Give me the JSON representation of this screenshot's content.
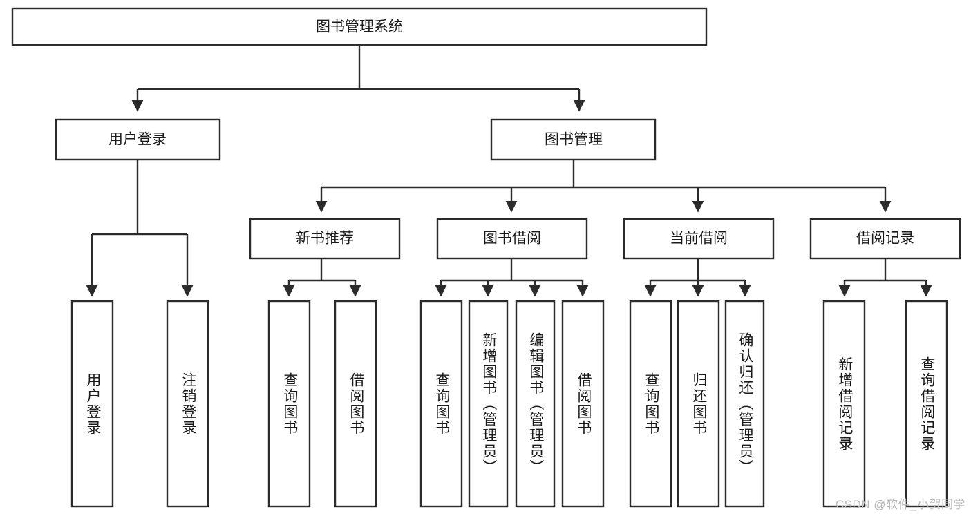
{
  "diagram": {
    "type": "tree-hierarchy-diagram",
    "title": "图书管理系统",
    "background_color": "#ffffff",
    "box_stroke_color": "#2b2b2b",
    "box_fill_color": "#ffffff",
    "text_color": "#1a1a1a",
    "orientation": "top-down",
    "levels": 4
  },
  "nodes": {
    "root": {
      "label": "图书管理系统",
      "level": 1,
      "orientation": "horizontal"
    },
    "l2": [
      {
        "id": "user-login",
        "label": "用户登录",
        "level": 2,
        "orientation": "horizontal"
      },
      {
        "id": "book-manage",
        "label": "图书管理",
        "level": 2,
        "orientation": "horizontal"
      }
    ],
    "l3": [
      {
        "id": "new-book-rec",
        "label": "新书推荐",
        "level": 3,
        "orientation": "horizontal",
        "parent": "book-manage"
      },
      {
        "id": "book-borrow",
        "label": "图书借阅",
        "level": 3,
        "orientation": "horizontal",
        "parent": "book-manage"
      },
      {
        "id": "current-borrow",
        "label": "当前借阅",
        "level": 3,
        "orientation": "horizontal",
        "parent": "book-manage"
      },
      {
        "id": "borrow-record",
        "label": "借阅记录",
        "level": 3,
        "orientation": "horizontal",
        "parent": "book-manage"
      }
    ],
    "leaves": [
      {
        "id": "leaf-user-login",
        "label": "用户登录",
        "parent": "user-login",
        "orientation": "vertical"
      },
      {
        "id": "leaf-logout",
        "label": "注销登录",
        "parent": "user-login",
        "orientation": "vertical"
      },
      {
        "id": "leaf-query-book-1",
        "label": "查询图书",
        "parent": "new-book-rec",
        "orientation": "vertical"
      },
      {
        "id": "leaf-borrow-book-1",
        "label": "借阅图书",
        "parent": "new-book-rec",
        "orientation": "vertical"
      },
      {
        "id": "leaf-query-book-2",
        "label": "查询图书",
        "parent": "book-borrow",
        "orientation": "vertical"
      },
      {
        "id": "leaf-add-book",
        "label": "新增图书（管理员）",
        "parent": "book-borrow",
        "orientation": "vertical"
      },
      {
        "id": "leaf-edit-book",
        "label": "编辑图书（管理员）",
        "parent": "book-borrow",
        "orientation": "vertical"
      },
      {
        "id": "leaf-borrow-book-2",
        "label": "借阅图书",
        "parent": "book-borrow",
        "orientation": "vertical"
      },
      {
        "id": "leaf-query-book-3",
        "label": "查询图书",
        "parent": "current-borrow",
        "orientation": "vertical"
      },
      {
        "id": "leaf-return-book",
        "label": "归还图书",
        "parent": "current-borrow",
        "orientation": "vertical"
      },
      {
        "id": "leaf-confirm-return",
        "label": "确认归还（管理员）",
        "parent": "current-borrow",
        "orientation": "vertical"
      },
      {
        "id": "leaf-add-record",
        "label": "新增借阅记录",
        "parent": "borrow-record",
        "orientation": "vertical"
      },
      {
        "id": "leaf-query-record",
        "label": "查询借阅记录",
        "parent": "borrow-record",
        "orientation": "vertical"
      }
    ]
  },
  "watermark": {
    "text": "CSDN @软件_小贺同学",
    "color": "#b9b9b9"
  }
}
